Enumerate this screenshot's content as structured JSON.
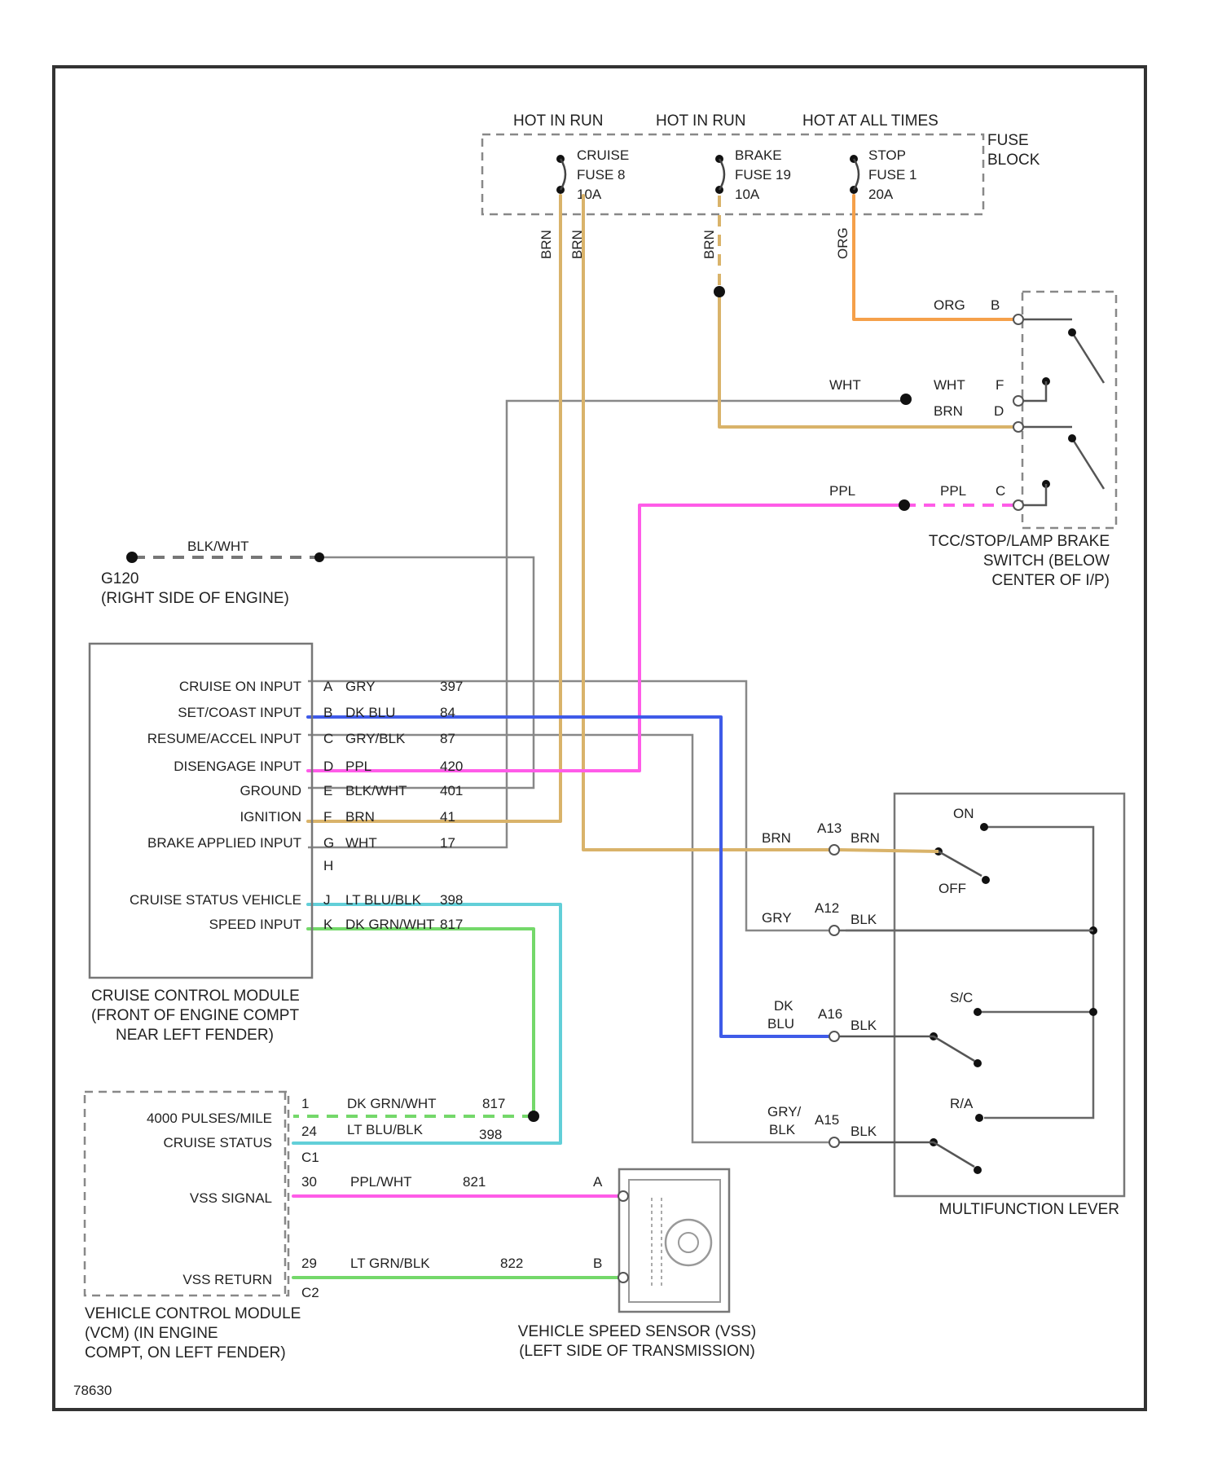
{
  "colors": {
    "tan": "#d9b36a",
    "orange": "#f5a04a",
    "pink": "#ff5ce8",
    "blue": "#3f5be8",
    "cyan": "#62cfd8",
    "green": "#74d86a",
    "gray": "#999999",
    "light_gray": "#c8c8c8"
  },
  "fuse_block": {
    "label_1": "FUSE",
    "label_2": "BLOCK",
    "headers": [
      "HOT IN RUN",
      "HOT IN RUN",
      "HOT AT ALL TIMES"
    ],
    "fuses": [
      {
        "name": "CRUISE",
        "number": "FUSE 8",
        "rating": "10A"
      },
      {
        "name": "BRAKE",
        "number": "FUSE 19",
        "rating": "10A"
      },
      {
        "name": "STOP",
        "number": "FUSE 1",
        "rating": "20A"
      }
    ],
    "wire_labels": [
      "BRN",
      "BRN",
      "BRN",
      "ORG"
    ]
  },
  "brake_switch": {
    "caption": [
      "TCC/STOP/LAMP BRAKE",
      "SWITCH (BELOW",
      "CENTER OF I/P)"
    ],
    "wires": [
      {
        "left": "ORG",
        "pin": "B"
      },
      {
        "left": "WHT",
        "mid": "WHT",
        "pin": "F"
      },
      {
        "mid": "BRN",
        "pin": "D"
      },
      {
        "left": "PPL",
        "mid": "PPL",
        "pin": "C"
      }
    ]
  },
  "ground": {
    "wire": "BLK/WHT",
    "id": "G120",
    "location": "(RIGHT SIDE OF ENGINE)"
  },
  "cruise_module": {
    "inputs": [
      {
        "label": "CRUISE ON INPUT",
        "pin": "A",
        "wire": "GRY",
        "circuit": "397"
      },
      {
        "label": "SET/COAST INPUT",
        "pin": "B",
        "wire": "DK BLU",
        "circuit": "84"
      },
      {
        "label": "RESUME/ACCEL INPUT",
        "pin": "C",
        "wire": "GRY/BLK",
        "circuit": "87"
      },
      {
        "label": "DISENGAGE INPUT",
        "pin": "D",
        "wire": "PPL",
        "circuit": "420"
      },
      {
        "label": "GROUND",
        "pin": "E",
        "wire": "BLK/WHT",
        "circuit": "401"
      },
      {
        "label": "IGNITION",
        "pin": "F",
        "wire": "BRN",
        "circuit": "41"
      },
      {
        "label": "BRAKE APPLIED INPUT",
        "pin": "G",
        "wire": "WHT",
        "circuit": "17"
      },
      {
        "label": "",
        "pin": "H",
        "wire": "",
        "circuit": ""
      },
      {
        "label": "CRUISE STATUS VEHICLE",
        "pin": "J",
        "wire": "LT BLU/BLK",
        "circuit": "398"
      },
      {
        "label": "SPEED INPUT",
        "pin": "K",
        "wire": "DK GRN/WHT",
        "circuit": "817"
      }
    ],
    "caption": [
      "CRUISE CONTROL MODULE",
      "(FRONT OF ENGINE COMPT",
      "NEAR LEFT FENDER)"
    ]
  },
  "multifunction": {
    "caption": "MULTIFUNCTION LEVER",
    "positions": [
      "ON",
      "OFF",
      "S/C",
      "R/A"
    ],
    "connections": [
      {
        "wire": "BRN",
        "pin": "A13",
        "out": "BRN"
      },
      {
        "wire": "GRY",
        "pin": "A12",
        "out": "BLK"
      },
      {
        "wire_1": "DK",
        "wire_2": "BLU",
        "pin": "A16",
        "out": "BLK"
      },
      {
        "wire_1": "GRY/",
        "wire_2": "BLK",
        "pin": "A15",
        "out": "BLK"
      }
    ]
  },
  "vcm": {
    "rows": [
      {
        "label": "4000 PULSES/MILE",
        "pin": "1",
        "wire": "DK GRN/WHT",
        "circuit": "817"
      },
      {
        "label": "CRUISE STATUS",
        "pin": "24",
        "wire": "LT BLU/BLK",
        "circuit": "398"
      },
      {
        "label": "VSS SIGNAL",
        "pin": "30",
        "wire": "PPL/WHT",
        "circuit": "821"
      },
      {
        "label": "VSS RETURN",
        "pin": "29",
        "wire": "LT GRN/BLK",
        "circuit": "822"
      }
    ],
    "connector_1": "C1",
    "connector_2": "C2",
    "caption": [
      "VEHICLE CONTROL MODULE",
      "(VCM) (IN ENGINE",
      "COMPT, ON LEFT FENDER)"
    ]
  },
  "vss": {
    "pins": [
      "A",
      "B"
    ],
    "caption": [
      "VEHICLE SPEED SENSOR (VSS)",
      "(LEFT SIDE OF TRANSMISSION)"
    ]
  },
  "diagram_code": "78630"
}
